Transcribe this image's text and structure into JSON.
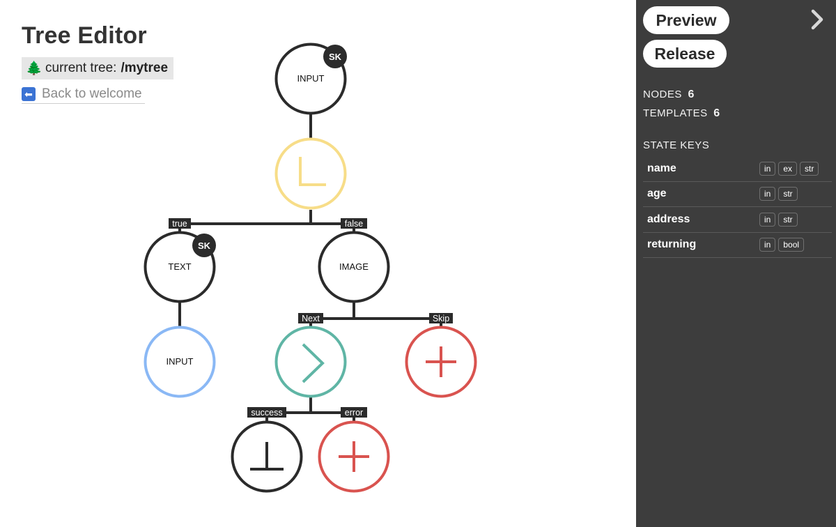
{
  "header": {
    "title": "Tree Editor",
    "current_tree_label": "current tree:",
    "current_tree_path": "/mytree",
    "tree_icon": "🌲",
    "back_icon": "⬅",
    "back_label": "Back to welcome"
  },
  "tree": {
    "nodes": [
      {
        "id": "n1",
        "label": "INPUT",
        "badge": "SK",
        "type": "input",
        "color": "#2b2b2b"
      },
      {
        "id": "n2",
        "label": "",
        "type": "wait",
        "icon": "corner-icon",
        "color": "#f7dd88"
      },
      {
        "id": "n3",
        "label": "TEXT",
        "badge": "SK",
        "type": "text",
        "color": "#2b2b2b"
      },
      {
        "id": "n4",
        "label": "IMAGE",
        "type": "image",
        "color": "#2b2b2b"
      },
      {
        "id": "n5",
        "label": "INPUT",
        "type": "input-template",
        "color": "#8ab8f5"
      },
      {
        "id": "n6",
        "label": "",
        "type": "next",
        "icon": "chevron-right-icon",
        "color": "#5fb5a5"
      },
      {
        "id": "n7",
        "label": "",
        "type": "add",
        "icon": "plus-icon",
        "color": "#d9534f"
      },
      {
        "id": "n8",
        "label": "",
        "type": "end",
        "icon": "bottom-icon",
        "color": "#2b2b2b"
      },
      {
        "id": "n9",
        "label": "",
        "type": "add",
        "icon": "plus-icon",
        "color": "#d9534f"
      }
    ],
    "edge_labels": {
      "true": "true",
      "false": "false",
      "next": "Next",
      "skip": "Skip",
      "success": "success",
      "error": "error"
    }
  },
  "sidebar": {
    "preview_label": "Preview",
    "release_label": "Release",
    "nodes_label": "NODES",
    "nodes_count": "6",
    "templates_label": "TEMPLATES",
    "templates_count": "6",
    "state_keys_label": "STATE KEYS",
    "state_keys": [
      {
        "name": "name",
        "tags": [
          "in",
          "ex",
          "str"
        ]
      },
      {
        "name": "age",
        "tags": [
          "in",
          "str"
        ]
      },
      {
        "name": "address",
        "tags": [
          "in",
          "str"
        ]
      },
      {
        "name": "returning",
        "tags": [
          "in",
          "bool"
        ]
      }
    ]
  },
  "colors": {
    "sidebar_bg": "#3d3d3d",
    "edge_label_bg": "#2b2b2b",
    "wait_yellow": "#f7dd88",
    "input_blue": "#8ab8f5",
    "next_green": "#5fb5a5",
    "add_red": "#d9534f"
  }
}
